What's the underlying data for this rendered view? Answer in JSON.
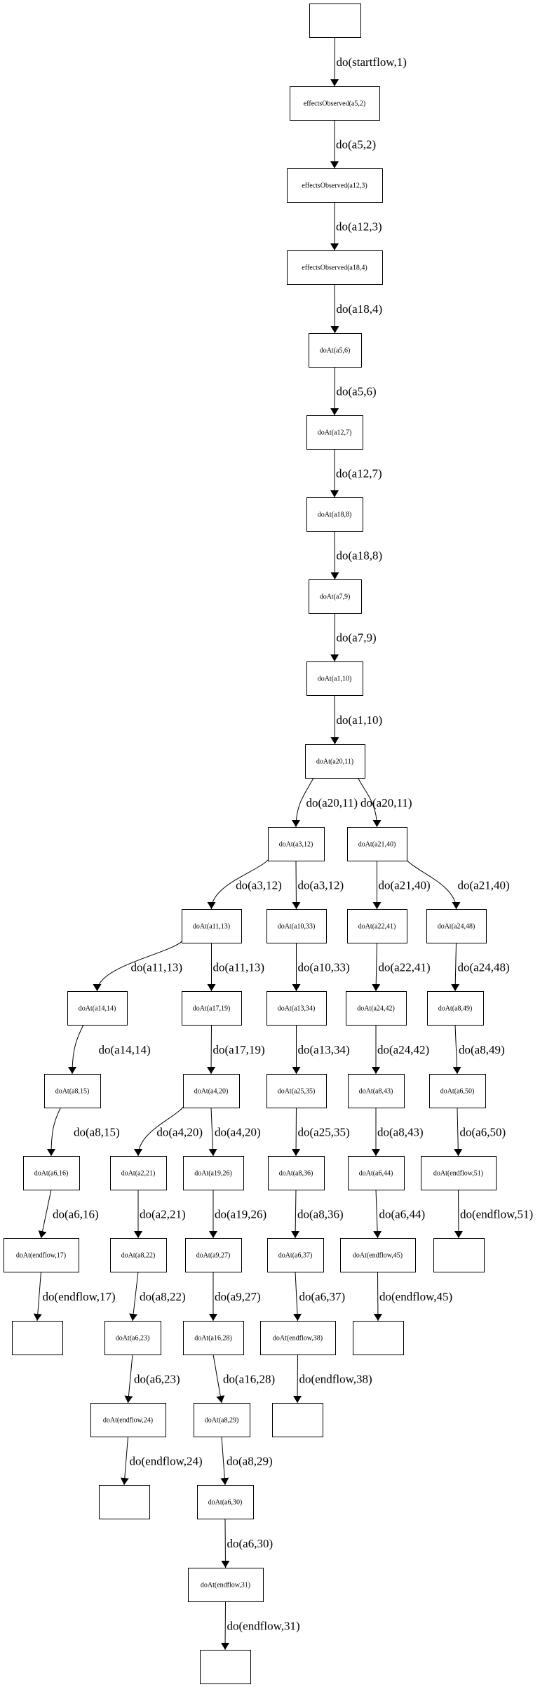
{
  "graph": {
    "type": "state-transition-tree",
    "nodes": [
      {
        "id": "n0",
        "label": ""
      },
      {
        "id": "n1",
        "label": "effectsObserved(a5,2)"
      },
      {
        "id": "n2",
        "label": "effectsObserved(a12,3)"
      },
      {
        "id": "n3",
        "label": "effectsObserved(a18,4)"
      },
      {
        "id": "n4",
        "label": "doAt(a5,6)"
      },
      {
        "id": "n5",
        "label": "doAt(a12,7)"
      },
      {
        "id": "n6",
        "label": "doAt(a18,8)"
      },
      {
        "id": "n7",
        "label": "doAt(a7,9)"
      },
      {
        "id": "n8",
        "label": "doAt(a1,10)"
      },
      {
        "id": "n9",
        "label": "doAt(a20,11)"
      },
      {
        "id": "n10",
        "label": "doAt(a3,12)"
      },
      {
        "id": "n11",
        "label": "doAt(a21,40)"
      },
      {
        "id": "n12",
        "label": "doAt(a11,13)"
      },
      {
        "id": "n13",
        "label": "doAt(a10,33)"
      },
      {
        "id": "n14",
        "label": "doAt(a22,41)"
      },
      {
        "id": "n15",
        "label": "doAt(a24,48)"
      },
      {
        "id": "n16",
        "label": "doAt(a14,14)"
      },
      {
        "id": "n17",
        "label": "doAt(a17,19)"
      },
      {
        "id": "n18",
        "label": "doAt(a13,34)"
      },
      {
        "id": "n19",
        "label": "doAt(a24,42)"
      },
      {
        "id": "n20",
        "label": "doAt(a8,49)"
      },
      {
        "id": "n21",
        "label": "doAt(a8,15)"
      },
      {
        "id": "n22",
        "label": "doAt(a4,20)"
      },
      {
        "id": "n23",
        "label": "doAt(a25,35)"
      },
      {
        "id": "n24",
        "label": "doAt(a8,43)"
      },
      {
        "id": "n25",
        "label": "doAt(a6,50)"
      },
      {
        "id": "n26",
        "label": "doAt(a6,16)"
      },
      {
        "id": "n27",
        "label": "doAt(a2,21)"
      },
      {
        "id": "n28",
        "label": "doAt(a19,26)"
      },
      {
        "id": "n29",
        "label": "doAt(a8,36)"
      },
      {
        "id": "n30",
        "label": "doAt(a6,44)"
      },
      {
        "id": "n31",
        "label": "doAt(endflow,51)"
      },
      {
        "id": "n32",
        "label": "doAt(endflow,17)"
      },
      {
        "id": "n33",
        "label": "doAt(a8,22)"
      },
      {
        "id": "n34",
        "label": "doAt(a9,27)"
      },
      {
        "id": "n35",
        "label": "doAt(a6,37)"
      },
      {
        "id": "n36",
        "label": "doAt(endflow,45)"
      },
      {
        "id": "n37",
        "label": ""
      },
      {
        "id": "n38",
        "label": ""
      },
      {
        "id": "n39",
        "label": "doAt(a6,23)"
      },
      {
        "id": "n40",
        "label": "doAt(a16,28)"
      },
      {
        "id": "n41",
        "label": "doAt(endflow,38)"
      },
      {
        "id": "n42",
        "label": ""
      },
      {
        "id": "n43",
        "label": "doAt(endflow,24)"
      },
      {
        "id": "n44",
        "label": "doAt(a8,29)"
      },
      {
        "id": "n45",
        "label": ""
      },
      {
        "id": "n46",
        "label": ""
      },
      {
        "id": "n47",
        "label": "doAt(a6,30)"
      },
      {
        "id": "n48",
        "label": "doAt(endflow,31)"
      },
      {
        "id": "n49",
        "label": ""
      }
    ],
    "edges": [
      {
        "from": "n0",
        "to": "n1",
        "label": "do(startflow,1)"
      },
      {
        "from": "n1",
        "to": "n2",
        "label": "do(a5,2)"
      },
      {
        "from": "n2",
        "to": "n3",
        "label": "do(a12,3)"
      },
      {
        "from": "n3",
        "to": "n4",
        "label": "do(a18,4)"
      },
      {
        "from": "n4",
        "to": "n5",
        "label": "do(a5,6)"
      },
      {
        "from": "n5",
        "to": "n6",
        "label": "do(a12,7)"
      },
      {
        "from": "n6",
        "to": "n7",
        "label": "do(a18,8)"
      },
      {
        "from": "n7",
        "to": "n8",
        "label": "do(a7,9)"
      },
      {
        "from": "n8",
        "to": "n9",
        "label": "do(a1,10)"
      },
      {
        "from": "n9",
        "to": "n10",
        "label": "do(a20,11)"
      },
      {
        "from": "n9",
        "to": "n11",
        "label": "do(a20,11)"
      },
      {
        "from": "n10",
        "to": "n12",
        "label": "do(a3,12)"
      },
      {
        "from": "n10",
        "to": "n13",
        "label": "do(a3,12)"
      },
      {
        "from": "n11",
        "to": "n14",
        "label": "do(a21,40)"
      },
      {
        "from": "n11",
        "to": "n15",
        "label": "do(a21,40)"
      },
      {
        "from": "n12",
        "to": "n16",
        "label": "do(a11,13)"
      },
      {
        "from": "n12",
        "to": "n17",
        "label": "do(a11,13)"
      },
      {
        "from": "n13",
        "to": "n18",
        "label": "do(a10,33)"
      },
      {
        "from": "n14",
        "to": "n19",
        "label": "do(a22,41)"
      },
      {
        "from": "n15",
        "to": "n20",
        "label": "do(a24,48)"
      },
      {
        "from": "n16",
        "to": "n21",
        "label": "do(a14,14)"
      },
      {
        "from": "n17",
        "to": "n22",
        "label": "do(a17,19)"
      },
      {
        "from": "n18",
        "to": "n23",
        "label": "do(a13,34)"
      },
      {
        "from": "n19",
        "to": "n24",
        "label": "do(a24,42)"
      },
      {
        "from": "n20",
        "to": "n25",
        "label": "do(a8,49)"
      },
      {
        "from": "n21",
        "to": "n26",
        "label": "do(a8,15)"
      },
      {
        "from": "n22",
        "to": "n27",
        "label": "do(a4,20)"
      },
      {
        "from": "n22",
        "to": "n28",
        "label": "do(a4,20)"
      },
      {
        "from": "n23",
        "to": "n29",
        "label": "do(a25,35)"
      },
      {
        "from": "n24",
        "to": "n30",
        "label": "do(a8,43)"
      },
      {
        "from": "n25",
        "to": "n31",
        "label": "do(a6,50)"
      },
      {
        "from": "n26",
        "to": "n32",
        "label": "do(a6,16)"
      },
      {
        "from": "n27",
        "to": "n33",
        "label": "do(a2,21)"
      },
      {
        "from": "n28",
        "to": "n34",
        "label": "do(a19,26)"
      },
      {
        "from": "n29",
        "to": "n35",
        "label": "do(a8,36)"
      },
      {
        "from": "n30",
        "to": "n36",
        "label": "do(a6,44)"
      },
      {
        "from": "n31",
        "to": "n37",
        "label": "do(endflow,51)"
      },
      {
        "from": "n32",
        "to": "n38",
        "label": "do(endflow,17)"
      },
      {
        "from": "n33",
        "to": "n39",
        "label": "do(a8,22)"
      },
      {
        "from": "n34",
        "to": "n40",
        "label": "do(a9,27)"
      },
      {
        "from": "n35",
        "to": "n41",
        "label": "do(a6,37)"
      },
      {
        "from": "n36",
        "to": "n42",
        "label": "do(endflow,45)"
      },
      {
        "from": "n39",
        "to": "n43",
        "label": "do(a6,23)"
      },
      {
        "from": "n40",
        "to": "n44",
        "label": "do(a16,28)"
      },
      {
        "from": "n41",
        "to": "n45",
        "label": "do(endflow,38)"
      },
      {
        "from": "n43",
        "to": "n46",
        "label": "do(endflow,24)"
      },
      {
        "from": "n44",
        "to": "n47",
        "label": "do(a8,29)"
      },
      {
        "from": "n47",
        "to": "n48",
        "label": "do(a6,30)"
      },
      {
        "from": "n48",
        "to": "n49",
        "label": "do(endflow,31)"
      }
    ]
  }
}
